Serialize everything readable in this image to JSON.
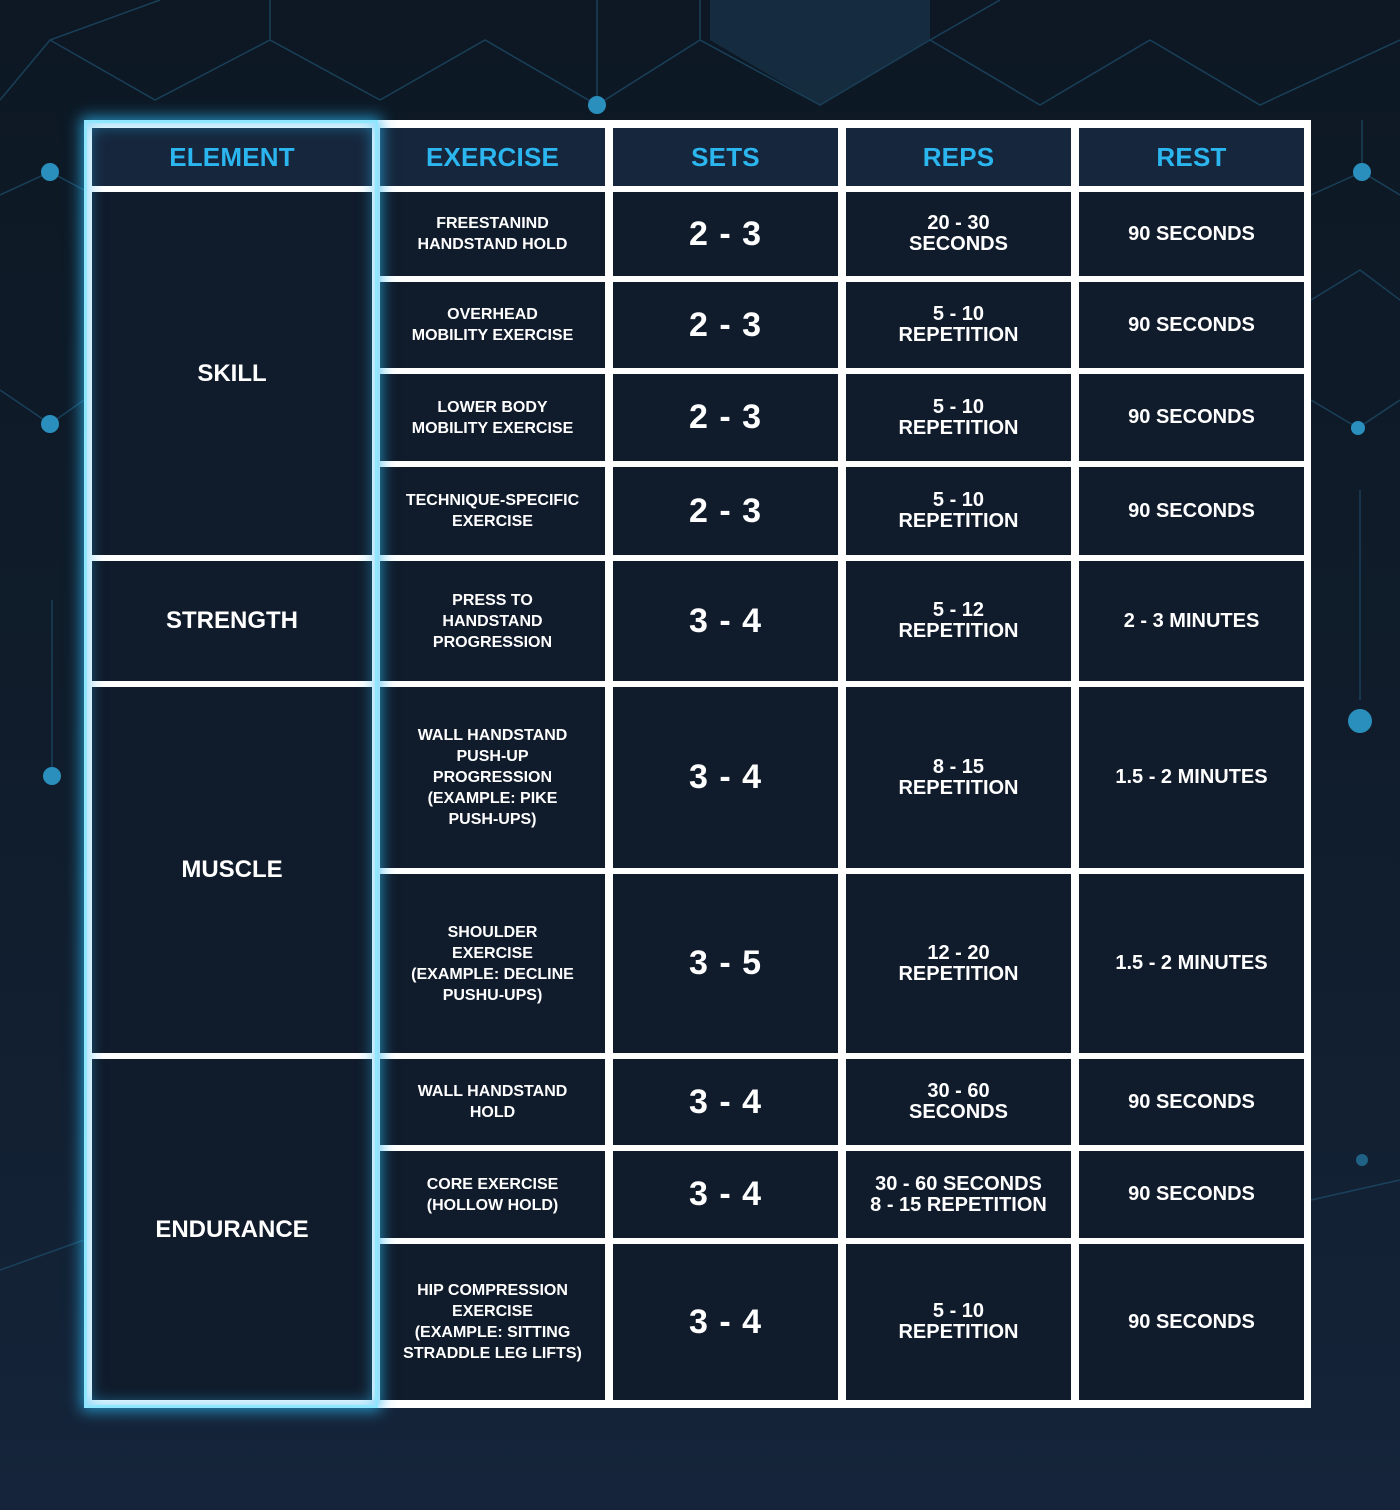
{
  "colors": {
    "header_text": "#2bb6f0",
    "cell_bg": "#101b2b",
    "grid_lines": "#ffffff",
    "glow": "#8fe6ff"
  },
  "table": {
    "headers": {
      "element": "ELEMENT",
      "exercise": "EXERCISE",
      "sets": "SETS",
      "reps": "REPS",
      "rest": "REST"
    },
    "groups": [
      {
        "element": "SKILL"
      },
      {
        "element": "STRENGTH"
      },
      {
        "element": "MUSCLE"
      },
      {
        "element": "ENDURANCE"
      }
    ],
    "rows": [
      {
        "exercise": "FREESTANIND\nHANDSTAND HOLD",
        "sets": "2 - 3",
        "reps": "20 - 30\nSECONDS",
        "rest": "90 SECONDS"
      },
      {
        "exercise": "OVERHEAD\nMOBILITY EXERCISE",
        "sets": "2 - 3",
        "reps": "5 - 10\nREPETITION",
        "rest": "90 SECONDS"
      },
      {
        "exercise": "LOWER BODY\nMOBILITY EXERCISE",
        "sets": "2 - 3",
        "reps": "5 - 10\nREPETITION",
        "rest": "90 SECONDS"
      },
      {
        "exercise": "TECHNIQUE-SPECIFIC\nEXERCISE",
        "sets": "2 - 3",
        "reps": "5 - 10\nREPETITION",
        "rest": "90 SECONDS"
      },
      {
        "exercise": "PRESS TO\nHANDSTAND\nPROGRESSION",
        "sets": "3 - 4",
        "reps": "5 - 12\nREPETITION",
        "rest": "2 - 3 MINUTES"
      },
      {
        "exercise": "WALL HANDSTAND\nPUSH-UP\nPROGRESSION\n(EXAMPLE: PIKE\nPUSH-UPS)",
        "sets": "3 - 4",
        "reps": "8 - 15\nREPETITION",
        "rest": "1.5 - 2 MINUTES"
      },
      {
        "exercise": "SHOULDER\nEXERCISE\n(EXAMPLE: DECLINE\nPUSHU-UPS)",
        "sets": "3 - 5",
        "reps": "12 - 20\nREPETITION",
        "rest": "1.5 - 2 MINUTES"
      },
      {
        "exercise": "WALL HANDSTAND\nHOLD",
        "sets": "3 - 4",
        "reps": "30 - 60\nSECONDS",
        "rest": "90 SECONDS"
      },
      {
        "exercise": "CORE EXERCISE\n(HOLLOW HOLD)",
        "sets": "3 - 4",
        "reps": "30 - 60 SECONDS\n8 - 15 REPETITION",
        "rest": "90 SECONDS"
      },
      {
        "exercise": "HIP COMPRESSION\nEXERCISE\n(EXAMPLE: SITTING\nSTRADDLE LEG LIFTS)",
        "sets": "3 - 4",
        "reps": "5 - 10\nREPETITION",
        "rest": "90 SECONDS"
      }
    ]
  }
}
